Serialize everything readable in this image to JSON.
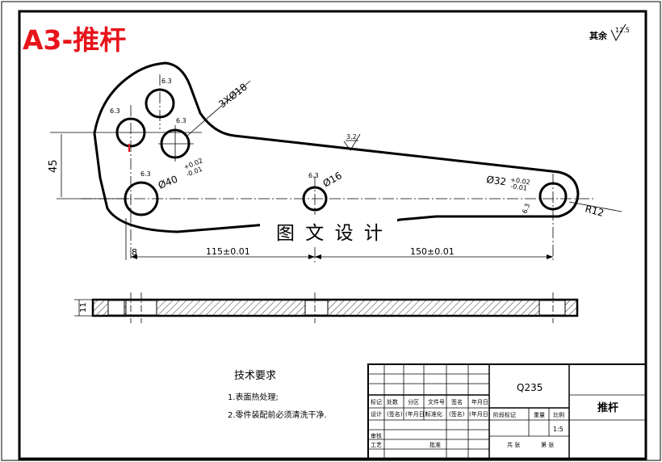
{
  "header": {
    "title": "A3-推杆",
    "title_color": "#e8141b"
  },
  "roughness": {
    "label": "其余",
    "value": "12.5"
  },
  "part": {
    "holes": {
      "callout": "3XØ18",
      "roughness_each": "6.3",
      "small_hole": "Ø16",
      "big_hole": "Ø40",
      "big_hole_upper_tol": "+0.02",
      "big_hole_lower_tol": "-0.01",
      "right_hole": "Ø32",
      "right_hole_upper_tol": "+0.02",
      "right_hole_lower_tol": "-0.01",
      "right_radius": "R12",
      "surface_rough": "3.2"
    },
    "dims": {
      "vertical": "45",
      "left_offset": "8",
      "span_left": "115±0.01",
      "span_right": "150±0.01",
      "section_thickness": "11"
    }
  },
  "watermark": "图 文 设 计",
  "tech_requirements": {
    "title": "技术要求",
    "items": [
      "1.表面热处理;",
      "2.零件装配前必须清洗干净."
    ]
  },
  "title_block": {
    "material": "Q235",
    "part_name": "推杆",
    "scale": "1:5",
    "headers_row1": [
      "标记",
      "处数",
      "分区",
      "文件号",
      "签名",
      "年月日"
    ],
    "headers_row2": [
      "设计",
      "(签名)",
      "(年月日)",
      "标准化",
      "(签名)",
      "(年月日)"
    ],
    "stage_label": "阶段标记",
    "weight_label": "重量",
    "scale_label": "比例",
    "row_audit": "审核",
    "row_process": "工艺",
    "approve": "批准",
    "sheet_total": "共  张",
    "sheet_no": "第  张"
  }
}
